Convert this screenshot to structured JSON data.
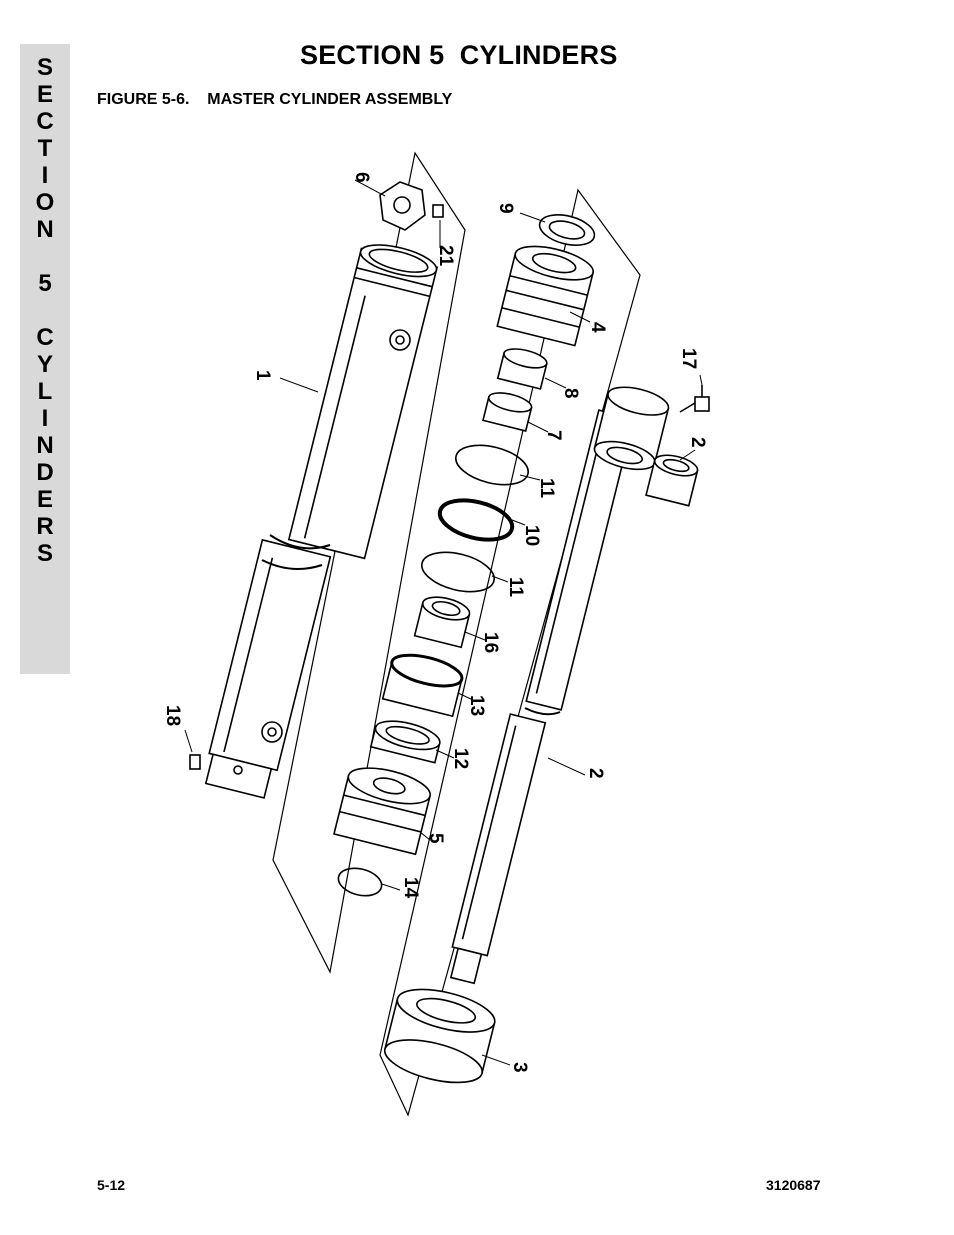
{
  "side_tab": {
    "letters": [
      "S",
      "E",
      "C",
      "T",
      "I",
      "O",
      "N",
      "",
      "5",
      "",
      "C",
      "Y",
      "L",
      "I",
      "N",
      "D",
      "E",
      "R",
      "S"
    ]
  },
  "header": {
    "section_title": "SECTION 5  CYLINDERS",
    "figure_title": "FIGURE 5-6.    MASTER CYLINDER ASSEMBLY"
  },
  "callouts": {
    "c1": "1",
    "c2a": "2",
    "c2b": "2",
    "c3": "3",
    "c4": "4",
    "c5": "5",
    "c6": "6",
    "c7": "7",
    "c8": "8",
    "c9": "9",
    "c10": "10",
    "c11a": "11",
    "c11b": "11",
    "c12": "12",
    "c13": "13",
    "c14": "14",
    "c16": "16",
    "c17": "17",
    "c18": "18",
    "c21": "21"
  },
  "footer": {
    "page_number": "5-12",
    "doc_number": "3120687"
  }
}
